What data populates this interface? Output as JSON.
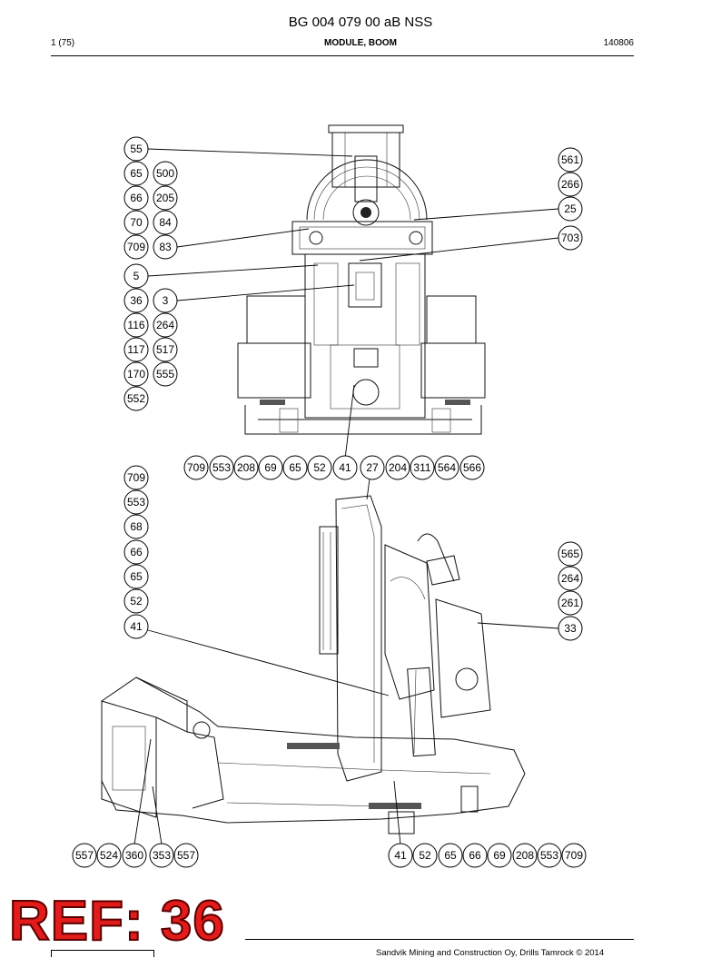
{
  "header": {
    "doc_title": "BG 004 079 00 aB NSS",
    "page": "1 (75)",
    "section": "MODULE, BOOM",
    "date": "140806"
  },
  "footer": {
    "copyright": "Sandvik Mining and Construction Oy, Drills Tamrock © 2014",
    "ref_stamp": "REF: 36"
  },
  "callouts": {
    "top_left": [
      "55",
      "65",
      "500",
      "66",
      "205",
      "70",
      "84",
      "709",
      "83",
      "5",
      "36",
      "3",
      "116",
      "264",
      "117",
      "517",
      "170",
      "555",
      "552"
    ],
    "top_right": [
      "561",
      "266",
      "25",
      "703"
    ],
    "middle_row": [
      "709",
      "553",
      "208",
      "69",
      "65",
      "52",
      "41",
      "27",
      "204",
      "311",
      "564",
      "566"
    ],
    "bottom_left_col": [
      "709",
      "553",
      "68",
      "66",
      "65",
      "52",
      "41"
    ],
    "bottom_right_col": [
      "565",
      "264",
      "261",
      "33"
    ],
    "bottom_row_left": [
      "557",
      "524",
      "360",
      "353",
      "557"
    ],
    "bottom_row_right": [
      "41",
      "52",
      "65",
      "66",
      "69",
      "208",
      "553",
      "709"
    ]
  }
}
